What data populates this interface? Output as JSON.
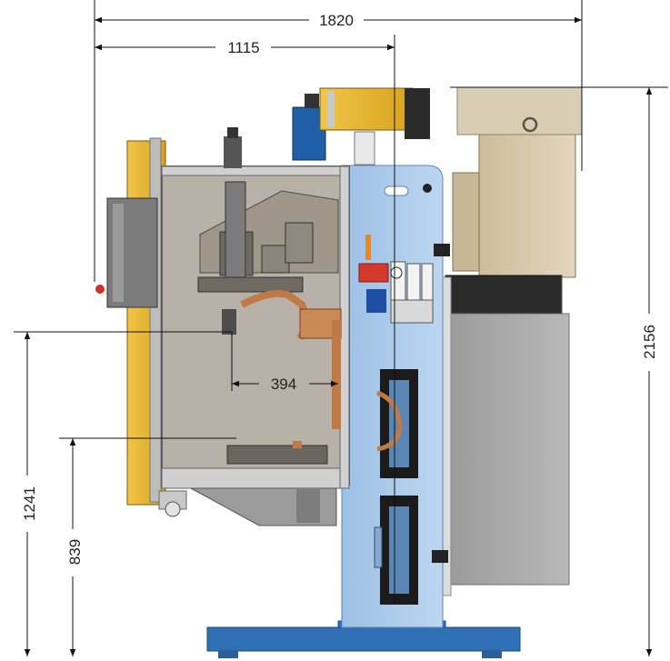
{
  "dimensions": {
    "overall_width": "1820",
    "to_centerline": "1115",
    "tool_offset": "394",
    "overall_height": "2156",
    "upper_height": "1241",
    "lower_height": "839"
  },
  "colors": {
    "frame_yellow": "#e5b22a",
    "column_blue": "#a9c8e8",
    "base_blue": "#2f6fb3",
    "cabinet_tan": "#d8c8a8",
    "cabinet_gray": "#a9a9a9",
    "chamber_gray": "#b8b1a7",
    "copper": "#c07a45",
    "dark_steel": "#2e2e2e",
    "dimension_line": "#111111"
  }
}
